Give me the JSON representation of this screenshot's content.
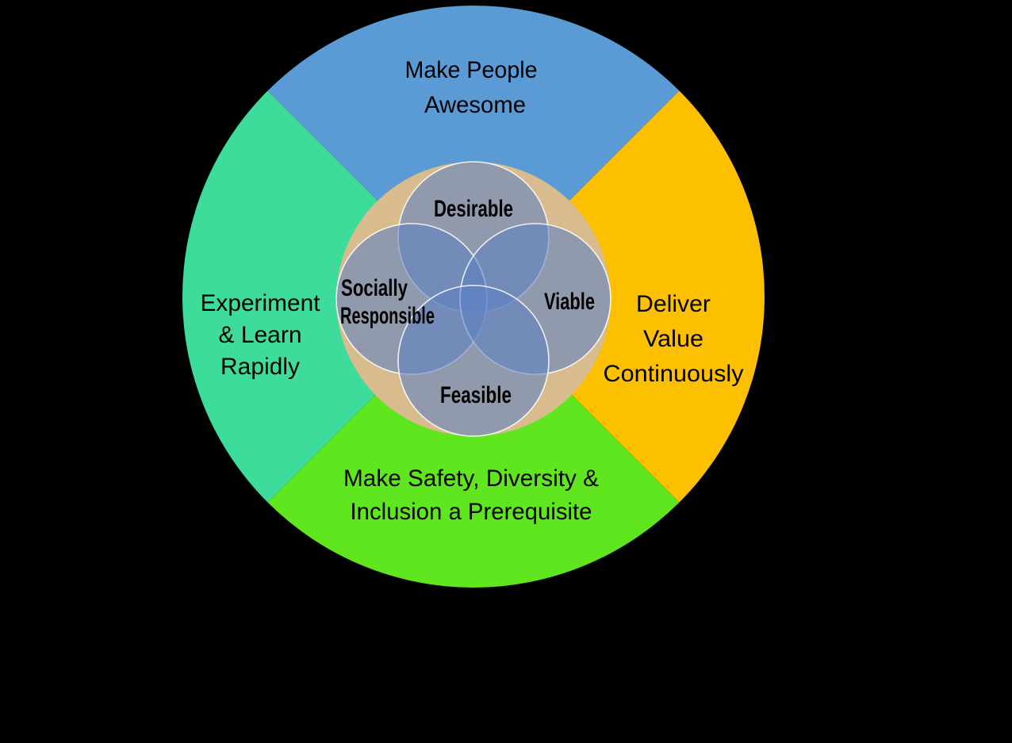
{
  "background_color": "#000000",
  "wheel": {
    "label_color": "#000000",
    "quadrants": [
      {
        "name": "make-people-awesome",
        "color": "#5B9BD5",
        "lines": [
          "Make People",
          "Awesome"
        ]
      },
      {
        "name": "deliver-value-continuously",
        "color": "#FDC000",
        "lines": [
          "Deliver",
          "Value",
          "Continuously"
        ]
      },
      {
        "name": "make-safety-diversity-inclusion-a-prerequisite",
        "color": "#5FE61E",
        "lines": [
          "Make Safety, Diversity &",
          "Inclusion a Prerequisite"
        ]
      },
      {
        "name": "experiment-and-learn-rapidly",
        "color": "#3EDC9A",
        "lines": [
          "Experiment",
          "& Learn",
          "Rapidly"
        ]
      }
    ]
  },
  "venn": {
    "disc_color": "#D8BC8E",
    "circle_fill": "#5D81C2",
    "circle_stroke": "#FFFFFF",
    "label_color": "#000000",
    "circles": [
      {
        "name": "desirable",
        "label": "Desirable"
      },
      {
        "name": "viable",
        "label": "Viable"
      },
      {
        "name": "feasible",
        "label": "Feasible"
      },
      {
        "name": "socially-responsible",
        "label_lines": [
          "Socially",
          "Responsible"
        ]
      }
    ]
  }
}
